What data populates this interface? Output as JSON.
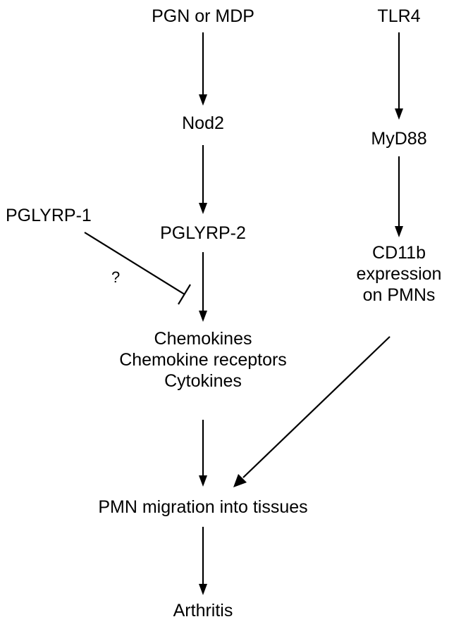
{
  "nodes": {
    "pgn_mdp": "PGN or MDP",
    "tlr4": "TLR4",
    "nod2": "Nod2",
    "myd88": "MyD88",
    "pglyrp1": "PGLYRP-1",
    "pglyrp2": "PGLYRP-2",
    "cd11b": [
      "CD11b",
      "expression",
      "on PMNs"
    ],
    "mediators": [
      "Chemokines",
      "Chemokine receptors",
      "Cytokines"
    ],
    "pmn_migration": "PMN migration into tissues",
    "arthritis": "Arthritis"
  },
  "inhibition_label": "?",
  "edges": [
    {
      "from": "pgn_mdp",
      "to": "nod2",
      "type": "activation"
    },
    {
      "from": "nod2",
      "to": "pglyrp2",
      "type": "activation"
    },
    {
      "from": "pglyrp2",
      "to": "mediators",
      "type": "activation"
    },
    {
      "from": "pglyrp1",
      "to": "mediators",
      "type": "inhibition",
      "label": "?"
    },
    {
      "from": "tlr4",
      "to": "myd88",
      "type": "activation"
    },
    {
      "from": "myd88",
      "to": "cd11b",
      "type": "activation"
    },
    {
      "from": "cd11b",
      "to": "pmn_migration",
      "type": "activation"
    },
    {
      "from": "mediators",
      "to": "pmn_migration",
      "type": "activation"
    },
    {
      "from": "pmn_migration",
      "to": "arthritis",
      "type": "activation"
    }
  ]
}
